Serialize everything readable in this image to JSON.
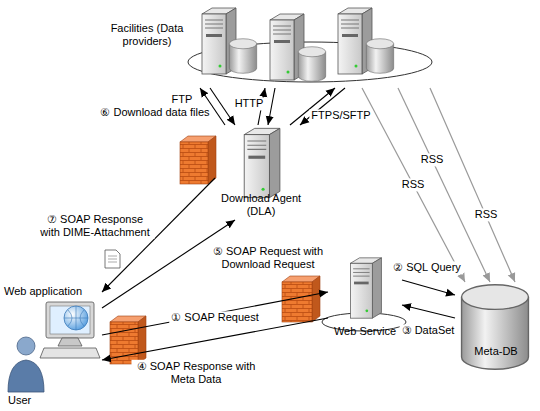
{
  "diagram": {
    "nodes": [
      {
        "text": [
          "Facilities (Data providers)"
        ]
      },
      {
        "text": [
          "Download Agent (DLA)"
        ]
      },
      {
        "text": [
          "Web Service"
        ]
      },
      {
        "text": [
          "Meta-DB"
        ]
      },
      {
        "text": [
          "Web application",
          "User"
        ]
      }
    ],
    "edges": [
      {
        "from": 1,
        "to": 0,
        "label": "FTP",
        "arrow": "to"
      },
      {
        "from": 0,
        "to": 1,
        "arrow": "to"
      },
      {
        "from": 1,
        "to": 0,
        "label": "HTTP",
        "arrow": "to"
      },
      {
        "from": 0,
        "to": 1,
        "arrow": "to"
      },
      {
        "from": 1,
        "to": 0,
        "label": "FTPS/SFTP",
        "arrow": "to"
      },
      {
        "from": 0,
        "to": 1,
        "arrow": "to"
      },
      {
        "from": 0,
        "to": 3,
        "label": "RSS",
        "arrow": "to"
      },
      {
        "from": 0,
        "to": 3,
        "label": "RSS",
        "arrow": "to"
      },
      {
        "from": 0,
        "to": 3,
        "label": "RSS",
        "arrow": "to"
      },
      {
        "from": 4,
        "to": 2,
        "label": "① SOAP Request",
        "arrow": "to"
      },
      {
        "from": 2,
        "to": 3,
        "label": "② SQL Query",
        "arrow": "to"
      },
      {
        "from": 3,
        "to": 2,
        "label": "③ DataSet",
        "arrow": "to"
      },
      {
        "from": 2,
        "to": 4,
        "label": "④ SOAP Response with Meta Data",
        "arrow": "to"
      },
      {
        "from": 4,
        "to": 1,
        "label": "⑤ SOAP Request with Download Request",
        "arrow": "to"
      },
      {
        "from": 1,
        "to": 4,
        "label": "⑦ SOAP Response with DIME-Attachment",
        "arrow": "to"
      }
    ],
    "labels": [
      "⑥ Download data files"
    ]
  }
}
